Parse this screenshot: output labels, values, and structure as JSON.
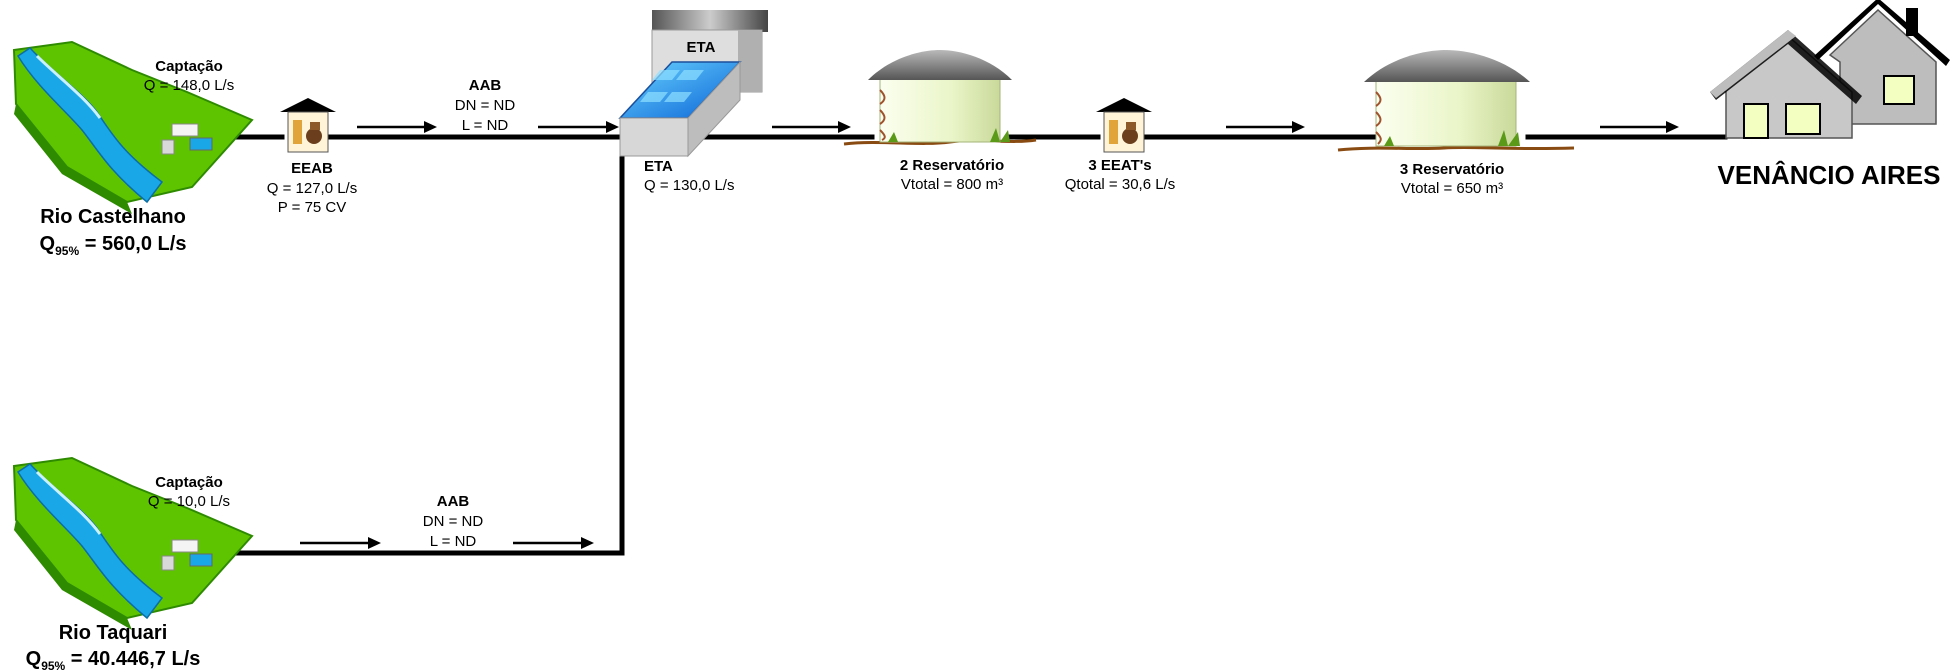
{
  "sources": [
    {
      "river": "Rio Castelhano",
      "q95_prefix": "Q",
      "q95_sub": "95%",
      "q95_value": "= 560,0 L/s",
      "intake_title": "Captação",
      "intake_flow": "Q = 148,0 L/s"
    },
    {
      "river": "Rio Taquari",
      "q95_prefix": "Q",
      "q95_sub": "95%",
      "q95_value": "= 40.446,7 L/s",
      "intake_title": "Captação",
      "intake_flow": "Q = 10,0 L/s"
    }
  ],
  "eeab": {
    "title": "EEAB",
    "flow": "Q = 127,0 L/s",
    "power": "P = 75 CV"
  },
  "aab_top": {
    "title": "AAB",
    "dn": "DN = ND",
    "length": "L = ND"
  },
  "aab_bottom": {
    "title": "AAB",
    "dn": "DN = ND",
    "length": "L = ND"
  },
  "eta": {
    "building_label": "ETA",
    "title": "ETA",
    "flow": "Q = 130,0 L/s"
  },
  "reservoir_1": {
    "title": "2 Reservatório",
    "volume": "Vtotal = 800 m³"
  },
  "eeat": {
    "title": "3 EEAT's",
    "flow": "Qtotal = 30,6 L/s"
  },
  "reservoir_2": {
    "title": "3 Reservatório",
    "volume": "Vtotal = 650 m³"
  },
  "city": {
    "name": "VENÂNCIO AIRES"
  },
  "colors": {
    "pipe": "#000000",
    "grass": "#5fc400",
    "grass_dark": "#2e8b00",
    "water": "#1aa7e8",
    "tank_wall": "#eef7cf",
    "roof": "#6a6a6a",
    "house": "#bdbdbd",
    "window": "#f2ffc0"
  },
  "icons": {
    "intake": "river-intake-icon",
    "pump": "pump-station-icon",
    "treatment": "water-treatment-plant-icon",
    "reservoir": "reservoir-tank-icon",
    "city": "houses-icon"
  }
}
